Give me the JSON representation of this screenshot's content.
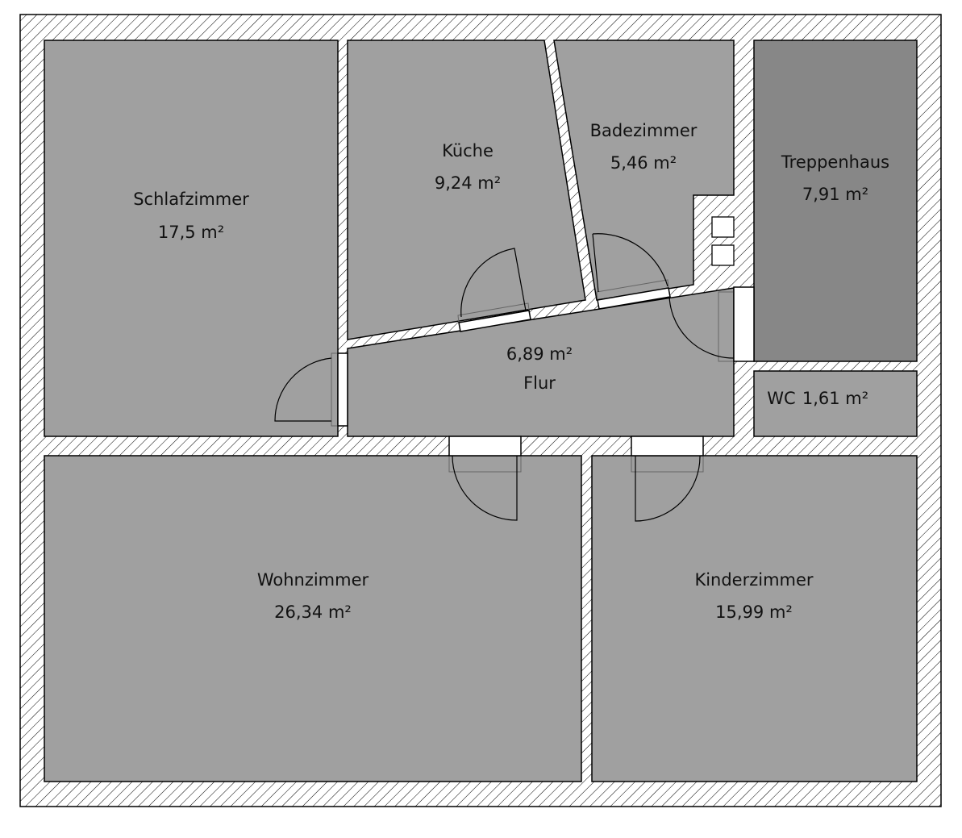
{
  "plan": {
    "colors": {
      "room": "#a0a0a0",
      "stairwell": "#878787",
      "wall_hatch": "#000000"
    },
    "rooms": {
      "schlafzimmer": {
        "name": "Schlafzimmer",
        "area": "17,5 m²"
      },
      "kueche": {
        "name": "Küche",
        "area": "9,24 m²"
      },
      "badezimmer": {
        "name": "Badezimmer",
        "area": "5,46 m²"
      },
      "treppenhaus": {
        "name": "Treppenhaus",
        "area": "7,91 m²"
      },
      "flur": {
        "name": "Flur",
        "area": "6,89 m²"
      },
      "wc": {
        "name": "WC",
        "area": "1,61 m²"
      },
      "wohnzimmer": {
        "name": "Wohnzimmer",
        "area": "26,34 m²"
      },
      "kinderzimmer": {
        "name": "Kinderzimmer",
        "area": "15,99 m²"
      }
    }
  }
}
